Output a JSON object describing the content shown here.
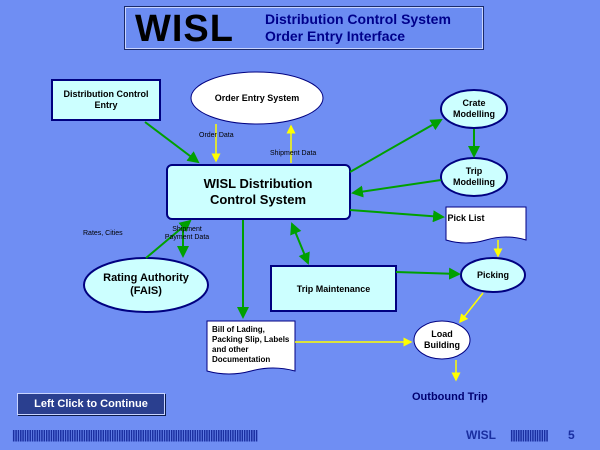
{
  "header": {
    "logo": "WISL",
    "title_line1": "Distribution Control System",
    "title_line2": "Order Entry Interface"
  },
  "nodes": {
    "dce": "Distribution Control Entry",
    "oes": "Order Entry System",
    "core": "WISL Distribution Control System",
    "crate": "Crate Modelling",
    "trip": "Trip Modelling",
    "picklist": "Pick List",
    "picking": "Picking",
    "rating": "Rating Authority (FAIS)",
    "tripmaint": "Trip Maintenance",
    "bol": "Bill of Lading, Packing Slip, Labels and other Documentation",
    "load": "Load Building",
    "outbound": "Outbound Trip"
  },
  "edge_labels": {
    "order_data": "Order Data",
    "shipment_data": "Shipment Data",
    "rates_cities": "Rates, Cities",
    "shipment_payment": "Shipment Payment Data"
  },
  "controls": {
    "continue_label": "Left Click to Continue"
  },
  "footer": {
    "bars": "||||||||||||||||||||||||||||||||||||||||||||||||||||||||||||||||||||||||||||||||||||||||||||||||||||||||",
    "brand": "WISL",
    "bars2": "||||||||||||||||",
    "page": "5"
  },
  "colors": {
    "background": "#6f8ef3",
    "node_fill": "#ccffff",
    "green_arrow": "#00a000",
    "yellow_arrow": "#ffff00"
  }
}
